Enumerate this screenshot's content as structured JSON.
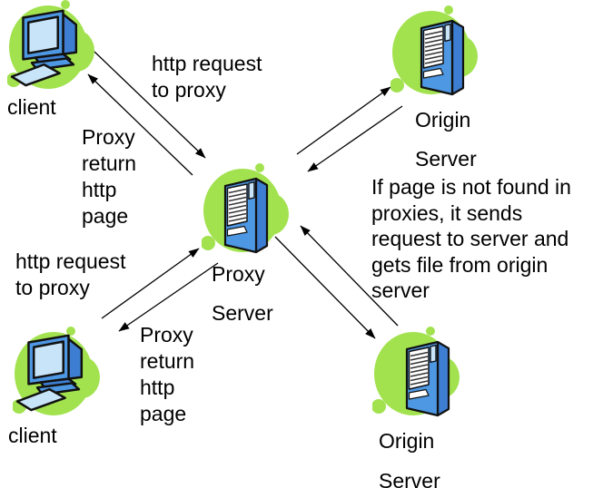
{
  "diagram": {
    "nodes": {
      "client_top": {
        "label": "client"
      },
      "client_bottom": {
        "label": "client"
      },
      "proxy": {
        "label": "Proxy\nServer"
      },
      "origin_top": {
        "label": "Origin\nServer"
      },
      "origin_bottom": {
        "label": "Origin\nServer"
      }
    },
    "annotations": {
      "http_request_top": "http request\nto proxy",
      "proxy_return_left": "Proxy\nreturn\nhttp\npage",
      "http_request_left": "http request\nto proxy",
      "proxy_return_bottom": "Proxy\nreturn\nhttp\npage",
      "if_page_note": "If page is not found in\nproxies, it sends\nrequest to server and\ngets file from origin\nserver"
    },
    "icons": {
      "client": "desktop-computer-icon",
      "proxy": "server-tower-icon",
      "origin": "server-tower-icon",
      "backdrop": "green-blob-icon"
    },
    "colors": {
      "blob_green": "#A2E24F",
      "device_blue": "#4E97E2",
      "device_blue_dark": "#3D7ED2",
      "screen_blue": "#C8E4F8",
      "bay_white": "#FFFFFF",
      "arrow_black": "#000000"
    }
  }
}
